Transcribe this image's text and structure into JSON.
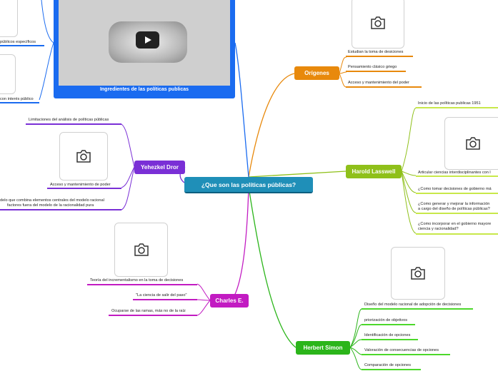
{
  "central": {
    "label": "¿Que son las políticas públicas?",
    "color": "#1f8fb8"
  },
  "video": {
    "caption": "Ingredientes de las políticas publicas",
    "icon": "play-icon",
    "color": "#1a6bf0"
  },
  "topleft": {
    "leaf1": "públicos específicos",
    "leaf2": "con interés público"
  },
  "branches": {
    "origenes": {
      "label": "Orígenes",
      "color": "#e8890c",
      "items": [
        "Estudian la toma de desiciones",
        "Pensamiento clásico griego",
        "Acceso y mantenimiento del poder"
      ]
    },
    "lasswell": {
      "label": "Harold Lasswell",
      "color": "#8fc01a",
      "items": [
        "Inicio de las políticas publicas 1951",
        "Articular ciencias interdisciplinantes con l",
        "¿Como tomar decisiones de gobierno má",
        "¿Como generar y mejorar la información",
        "a cargo del diseño de políticas públicas?",
        "¿Como incorporar en el gobierno mayore",
        "ciencia y racionalidad?"
      ]
    },
    "simon": {
      "label": "Herbert Simon",
      "color": "#2bb51a",
      "items": [
        "Diseño del modelo racional de adopción de decisiones",
        "priorización de objetivos",
        "Identificación de opciones",
        "Valoración de consecuencias de opciones",
        "Comparación de opciones"
      ]
    },
    "dror": {
      "label": "Yehezkel Dror",
      "color": "#7a2fd6",
      "items": [
        "Limitaciones del análisis de políticas públicas",
        "Acceso y mantenimiento de poder",
        "delo que combina elementos centrales del modelo racional",
        "factores fuera del modelo de la racionalidad pura"
      ]
    },
    "charles": {
      "label": "Charles E.",
      "color": "#c21bc2",
      "items": [
        "Teoría del incrementalismo en la toma de decisiones",
        "\"La ciencia de salir del paso\"",
        "Ocuparse de las ramas, más no de la raíz"
      ]
    }
  },
  "image_icon": "camera-icon"
}
